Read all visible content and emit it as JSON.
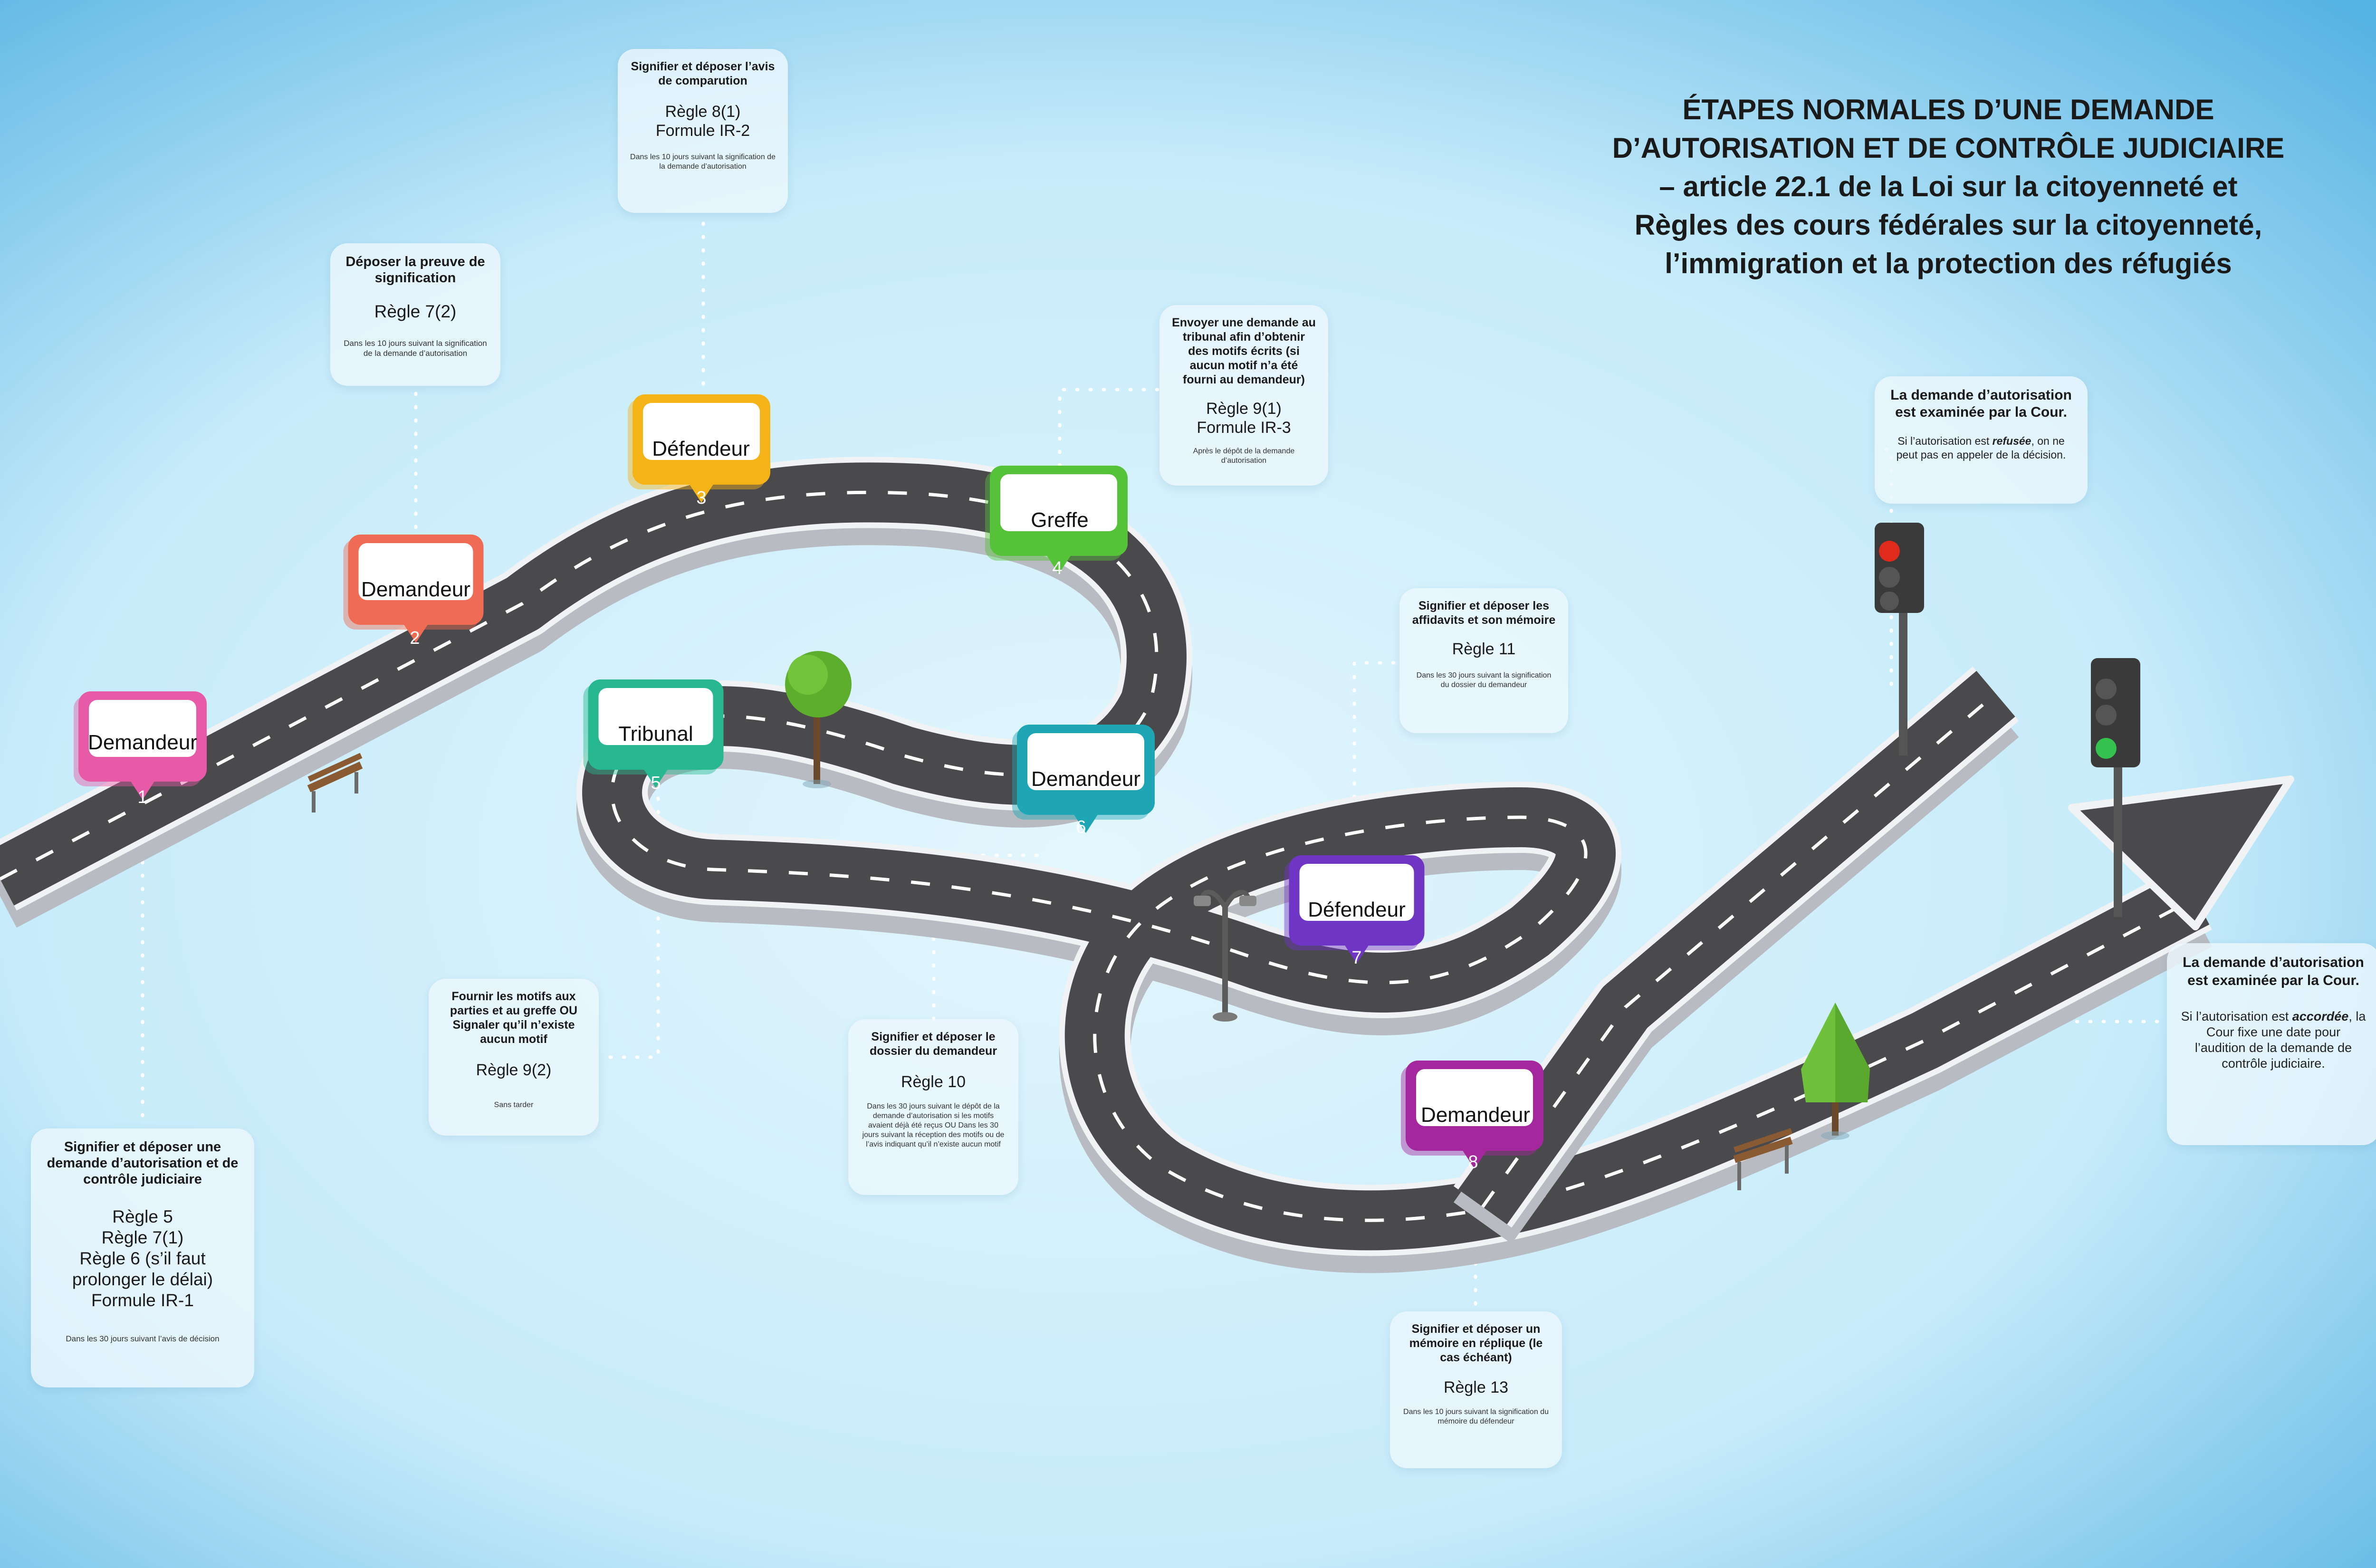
{
  "title_lines": [
    "ÉTAPES NORMALES D’UNE DEMANDE",
    "D’AUTORISATION ET DE CONTRÔLE JUDICIAIRE",
    "– article 22.1 de la Loi sur la citoyenneté et",
    "Règles des cours fédérales sur la citoyenneté,",
    "l’immigration et la protection des réfugiés"
  ],
  "colors": {
    "step1": "#e75aa8",
    "step2": "#f06b53",
    "step3": "#f4b317",
    "step4": "#56c23a",
    "step5": "#27b891",
    "step6": "#1ea6b4",
    "step7": "#6f35c4",
    "step8": "#a4279e",
    "road": "#4a4a4d",
    "background": "#c9ecfa"
  },
  "steps": [
    {
      "number": "1",
      "actor": "Demandeur"
    },
    {
      "number": "2",
      "actor": "Demandeur"
    },
    {
      "number": "3",
      "actor": "Défendeur"
    },
    {
      "number": "4",
      "actor": "Greffe"
    },
    {
      "number": "5",
      "actor": "Tribunal"
    },
    {
      "number": "6",
      "actor": "Demandeur"
    },
    {
      "number": "7",
      "actor": "Défendeur"
    },
    {
      "number": "8",
      "actor": "Demandeur"
    }
  ],
  "cards": {
    "step1": {
      "title": "Signifier et déposer une demande d’autorisation et de contrôle judiciaire",
      "rules": [
        "Règle 5",
        "Règle 7(1)",
        "Règle 6 (s’il faut",
        "prolonger le délai)",
        "Formule IR-1"
      ],
      "note": "Dans les 30 jours suivant l’avis de décision"
    },
    "step2": {
      "title": "Déposer la preuve de signification",
      "rules": [
        "Règle 7(2)"
      ],
      "note": "Dans les 10 jours suivant la signification de la demande d’autorisation"
    },
    "step3": {
      "title": "Signifier et déposer l’avis de comparution",
      "rules": [
        "Règle 8(1)",
        "Formule  IR-2"
      ],
      "note": "Dans les 10 jours suivant la signification de la demande d’autorisation"
    },
    "step4": {
      "title": "Envoyer une demande au tribunal afin d’obtenir des motifs écrits (si aucun motif n’a été fourni au demandeur)",
      "rules": [
        "Règle 9(1)",
        "Formule IR-3"
      ],
      "note": "Après le dépôt de la demande d’autorisation"
    },
    "step5": {
      "title": "Fournir les motifs aux parties et au greffe OU Signaler qu’il n’existe aucun motif",
      "rules": [
        "Règle 9(2)"
      ],
      "note": "Sans tarder"
    },
    "step6": {
      "title": "Signifier et déposer le dossier du demandeur",
      "rules": [
        "Règle 10"
      ],
      "note": "Dans les 30 jours suivant le dépôt de la demande d’autorisation si les motifs avaient déjà été reçus OU Dans les 30 jours suivant la réception des motifs ou de l’avis indiquant qu’il n’existe aucun motif"
    },
    "step7": {
      "title": "Signifier et déposer les affidavits et son mémoire",
      "rules": [
        "Règle 11"
      ],
      "note": "Dans les 30 jours suivant la signification du dossier du demandeur"
    },
    "step8": {
      "title": "Signifier et déposer un mémoire en réplique (le cas échéant)",
      "rules": [
        "Règle 13"
      ],
      "note": "Dans les 10 jours suivant la signification du mémoire du défendeur"
    },
    "refused": {
      "title": "La demande d’autorisation est examinée par la Cour.",
      "body_before": "Si l’autorisation est ",
      "body_emph": "refusée",
      "body_after": ", on ne peut pas en appeler de la décision."
    },
    "granted": {
      "title": "La demande d’autorisation est examinée par la Cour.",
      "body_before": "Si l’autorisation est ",
      "body_emph": "accordée",
      "body_after": ", la Cour fixe une date pour l’audition de la demande de contrôle judiciaire."
    }
  },
  "icons": {
    "tree": "tree-icon",
    "bench": "bench-icon",
    "lamp": "street-lamp-icon",
    "traffic_light_red": "traffic-light-red-icon",
    "traffic_light_green": "traffic-light-green-icon",
    "arrow": "arrow-head-icon"
  }
}
